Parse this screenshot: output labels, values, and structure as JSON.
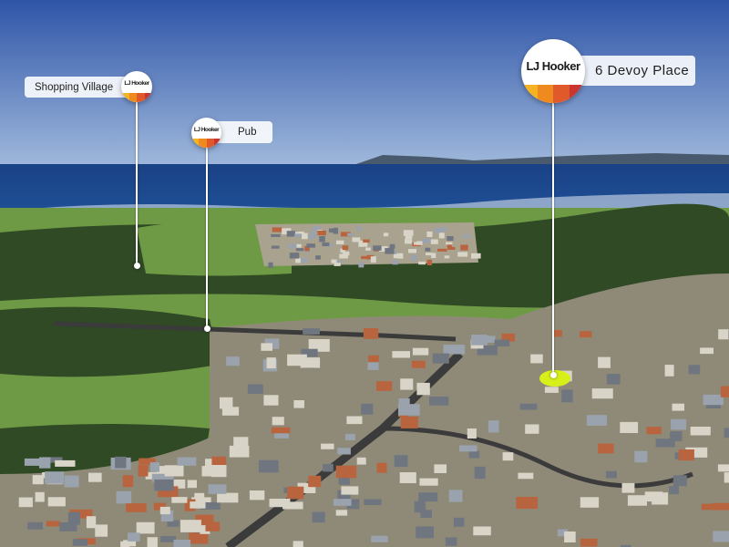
{
  "photo": {
    "subject": "aerial-view-coastal-suburb",
    "colors": {
      "sky_top": "#2f55a8",
      "sky_bottom": "#9fb8db",
      "ocean": "#1f4f95",
      "headland": "#4a5a6e",
      "grass": "#6f9a45",
      "forest": "#2f4a25",
      "highlight_lot": "#d8f01a",
      "road": "#3b3b3b",
      "roof_light": "#d9d4c8",
      "roof_terracotta": "#b8643e"
    }
  },
  "brand": {
    "name": "LJ Hooker",
    "colors": [
      "#f5b321",
      "#ef8a1f",
      "#e0592a",
      "#c9352f"
    ]
  },
  "markers": [
    {
      "id": "property",
      "label": "6 Devoy Place",
      "logo": "LJ Hooker"
    },
    {
      "id": "shopping",
      "label": "Shopping Village",
      "logo": "LJ Hooker"
    },
    {
      "id": "pub",
      "label": "Pub",
      "logo": "LJ Hooker"
    }
  ]
}
